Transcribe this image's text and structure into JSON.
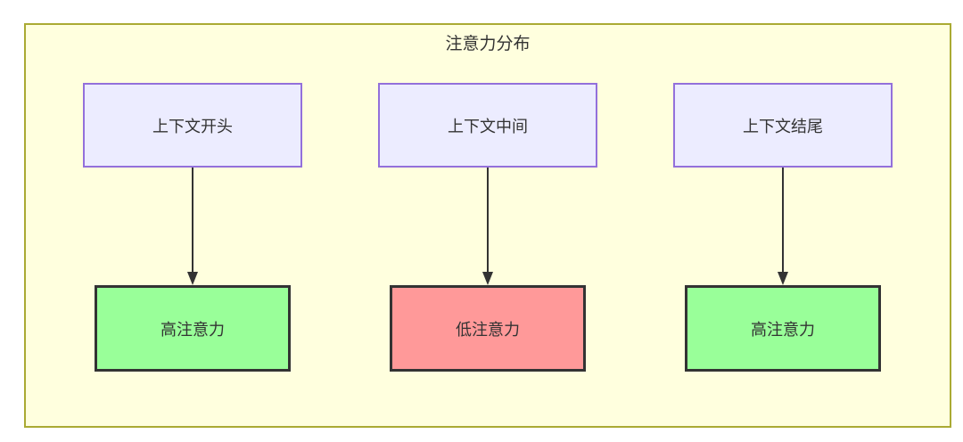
{
  "diagram": {
    "title": "注意力分布",
    "columns": [
      {
        "source": "上下文开头",
        "target": "高注意力",
        "target_type": "high"
      },
      {
        "source": "上下文中间",
        "target": "低注意力",
        "target_type": "low"
      },
      {
        "source": "上下文结尾",
        "target": "高注意力",
        "target_type": "high"
      }
    ],
    "colors": {
      "container_fill": "#ffffde",
      "container_border": "#aaaa33",
      "source_fill": "#ECECFF",
      "source_border": "#9370DB",
      "high_fill": "#99ff99",
      "low_fill": "#ff9999",
      "result_border": "#333333",
      "text": "#333333",
      "arrow": "#333333"
    }
  }
}
